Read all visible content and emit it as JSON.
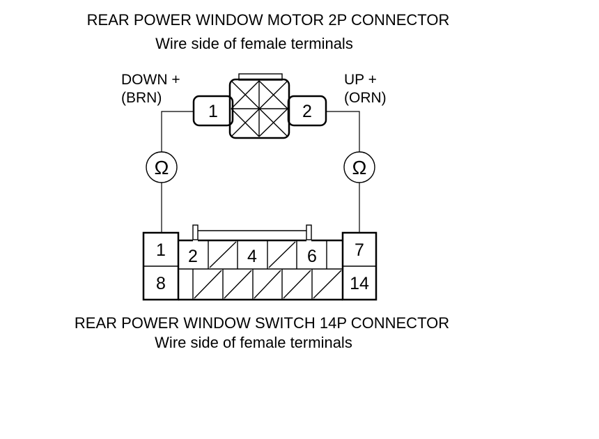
{
  "motor_connector": {
    "title": "REAR POWER WINDOW MOTOR 2P CONNECTOR",
    "subtitle": "Wire side of female terminals",
    "terminal_1": "1",
    "terminal_2": "2",
    "down_label": "DOWN +",
    "down_wire": "(BRN)",
    "up_label": "UP +",
    "up_wire": "(ORN)"
  },
  "meters": {
    "left_symbol": "Ω",
    "right_symbol": "Ω"
  },
  "switch_connector": {
    "title": "REAR POWER WINDOW SWITCH 14P CONNECTOR",
    "subtitle": "Wire side of female terminals",
    "pins": {
      "p1": "1",
      "p2": "2",
      "p4": "4",
      "p6": "6",
      "p7": "7",
      "p8": "8",
      "p14": "14"
    }
  }
}
